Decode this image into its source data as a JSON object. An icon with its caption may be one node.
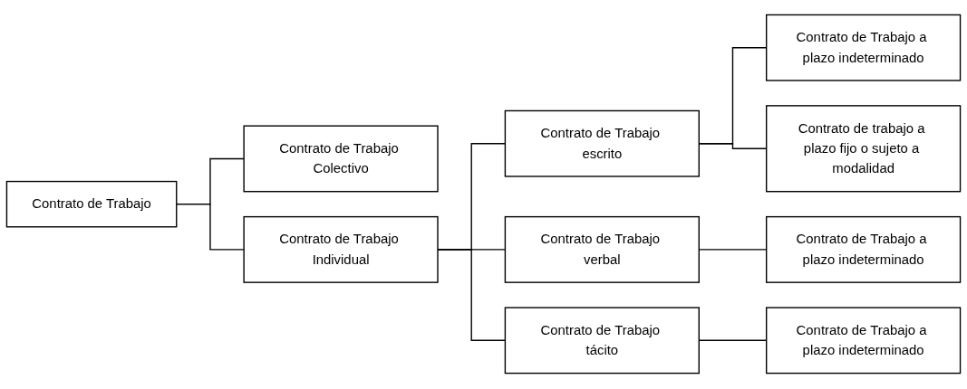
{
  "diagram": {
    "nodes": [
      {
        "text": [
          "Contrato de Trabajo"
        ]
      },
      {
        "text": [
          "Contrato de Trabajo Colectivo"
        ]
      },
      {
        "text": [
          "Contrato de Trabajo Individual"
        ]
      },
      {
        "text": [
          "Contrato de Trabajo escrito"
        ]
      },
      {
        "text": [
          "Contrato de Trabajo a plazo indeterminado"
        ]
      },
      {
        "text": [
          "Contrato de trabajo a plazo fijo o sujeto a modalidad"
        ]
      },
      {
        "text": [
          "Contrato de Trabajo verbal"
        ]
      },
      {
        "text": [
          "Contrato de Trabajo a plazo indeterminado"
        ]
      },
      {
        "text": [
          "Contrato de Trabajo tácito"
        ]
      },
      {
        "text": [
          "Contrato de Trabajo a plazo indeterminado"
        ]
      }
    ],
    "edges": [
      {
        "from": 0,
        "to": 1,
        "arrow": "none"
      },
      {
        "from": 0,
        "to": 2,
        "arrow": "none"
      },
      {
        "from": 2,
        "to": 3,
        "arrow": "none"
      },
      {
        "from": 2,
        "to": 6,
        "arrow": "none"
      },
      {
        "from": 2,
        "to": 8,
        "arrow": "none"
      },
      {
        "from": 3,
        "to": 4,
        "arrow": "none"
      },
      {
        "from": 3,
        "to": 5,
        "arrow": "none"
      },
      {
        "from": 6,
        "to": 7,
        "arrow": "none"
      },
      {
        "from": 8,
        "to": 9,
        "arrow": "none"
      }
    ]
  }
}
